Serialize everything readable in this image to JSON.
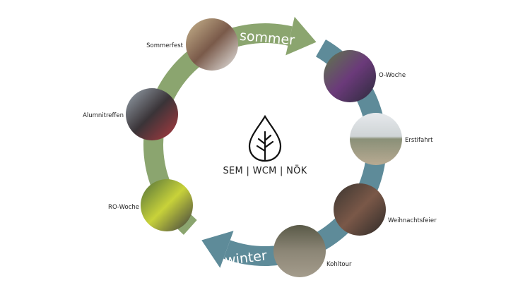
{
  "logo": {
    "text": "SEM | WCM | NÖK"
  },
  "seasons": {
    "summer": "sommer",
    "winter": "winter"
  },
  "colors": {
    "summer_arrow": "#8ba56f",
    "winter_arrow": "#5e8b99"
  },
  "events": [
    {
      "label": "Sommerfest"
    },
    {
      "label": "O-Woche"
    },
    {
      "label": "Erstifahrt"
    },
    {
      "label": "Weihnachtsfeier"
    },
    {
      "label": "Kohltour"
    },
    {
      "label": "RO-Woche"
    },
    {
      "label": "Alumnitreffen"
    }
  ]
}
